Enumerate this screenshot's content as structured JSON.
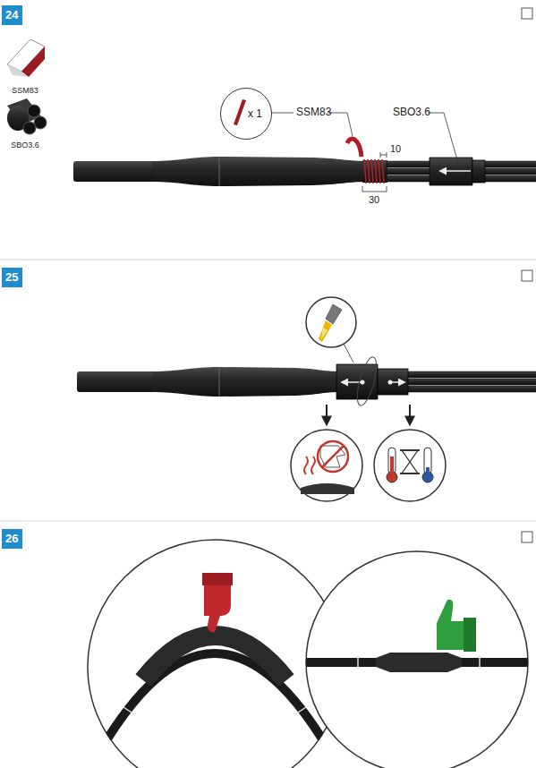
{
  "diagram": {
    "nodes": [
      {
        "text": [
          "24"
        ]
      },
      {
        "text": [
          "x 1"
        ]
      },
      {
        "text": [
          "25"
        ]
      },
      {
        "text": [
          "26"
        ]
      }
    ],
    "labels": [
      "SSM83",
      "SBO3.6",
      "SSM83",
      "SBO3.6",
      "10",
      "30"
    ]
  }
}
